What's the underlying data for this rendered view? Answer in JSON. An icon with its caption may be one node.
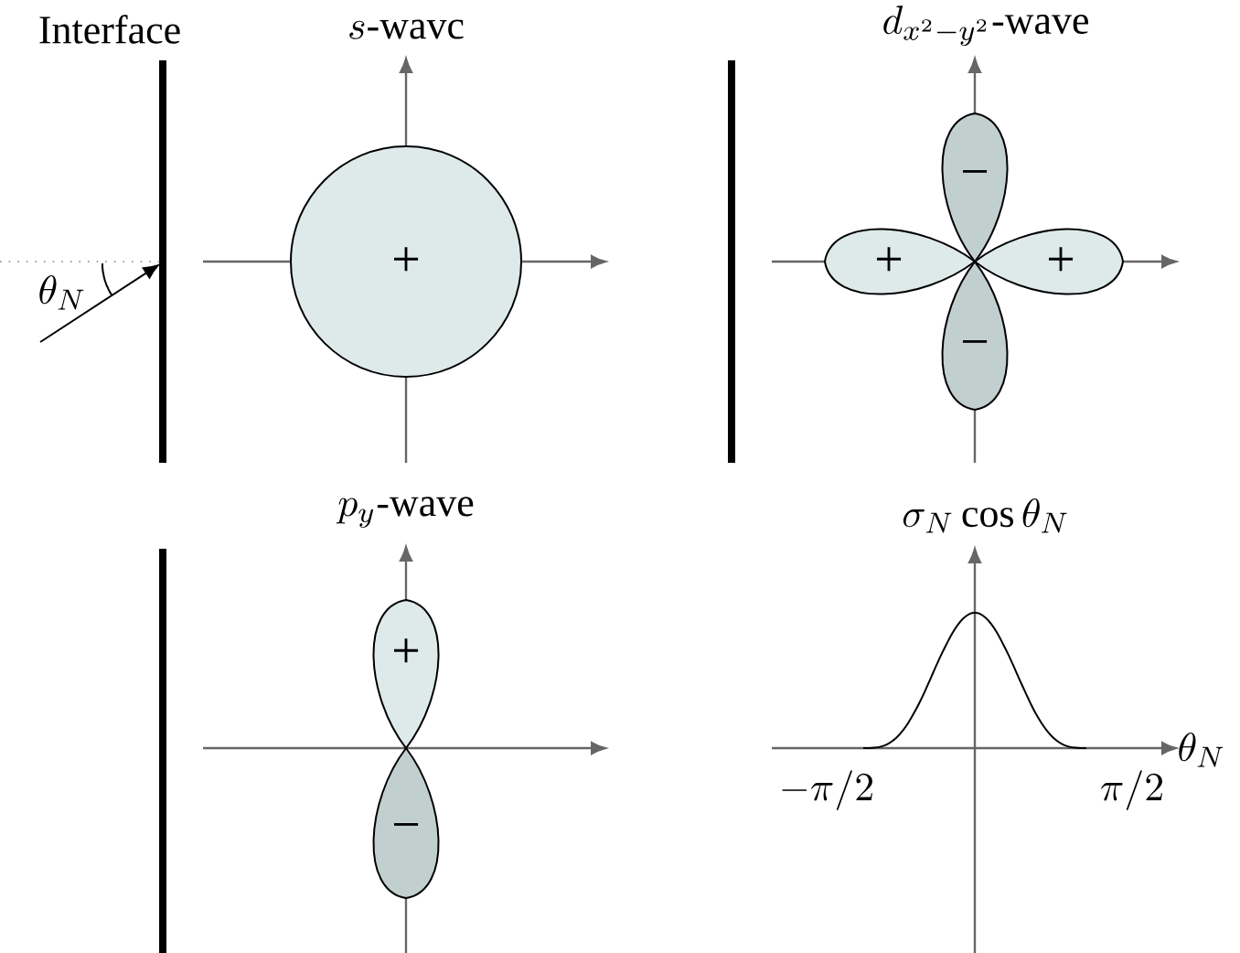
{
  "diagram": {
    "nodes": [
      {
        "text": [
          "+"
        ]
      },
      {
        "text": [
          "−"
        ]
      },
      {
        "text": [
          "+"
        ]
      },
      {
        "text": [
          "+"
        ]
      },
      {
        "text": [
          "−"
        ]
      },
      {
        "text": [
          "+"
        ]
      },
      {
        "text": [
          "−"
        ]
      }
    ],
    "labels": [
      "Interface",
      "s\\mbox{-wavc}",
      "\\theta_N",
      "d_{x^2-y^2}\\mbox{-wave}",
      "p_y\\mbox{-wave}",
      "\\sigma_N\\cos\\theta_N",
      "-\\pi/2",
      "\\pi/2",
      "\\theta_N"
    ]
  }
}
